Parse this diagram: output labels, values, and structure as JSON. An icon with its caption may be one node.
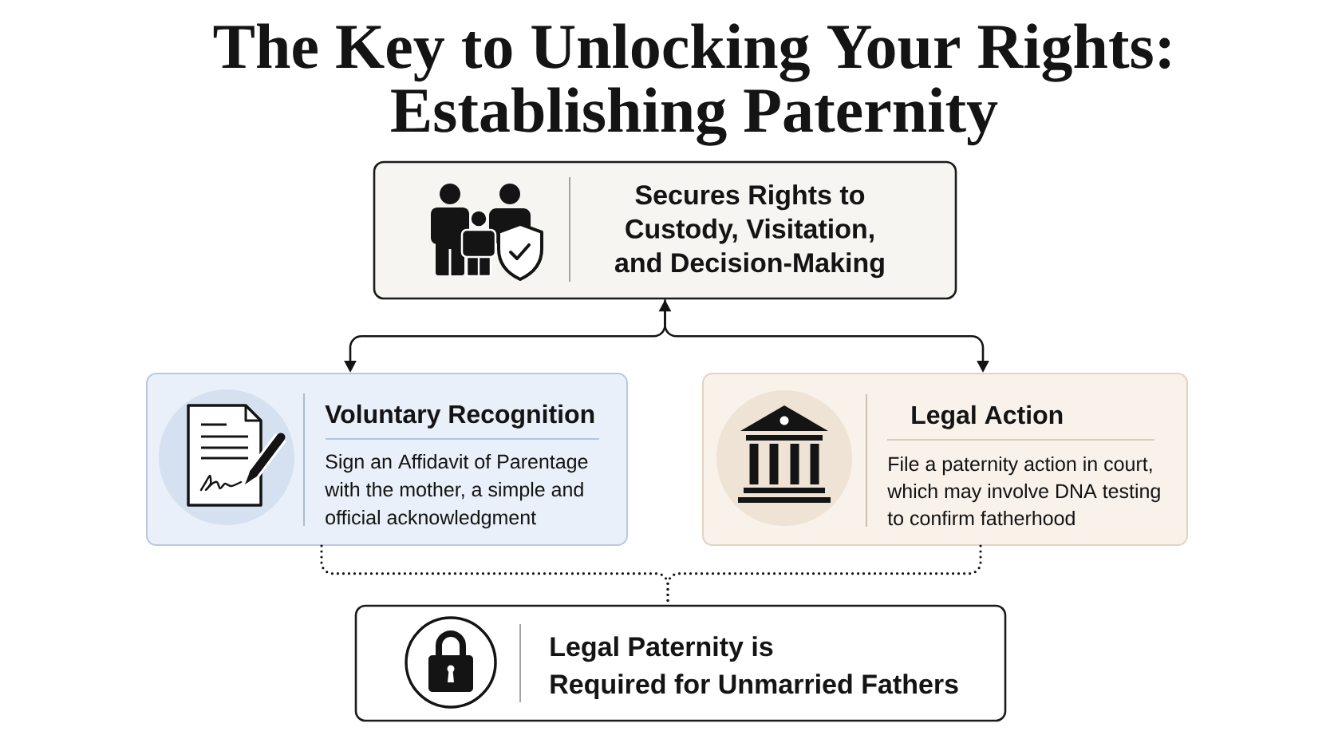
{
  "diagram": {
    "title": "The Key to Unlocking Your Rights: Establishing Paternity",
    "nodes": [
      {
        "text": [
          "Secures Rights to Custody, Visitation, and Decision-Making"
        ]
      },
      {
        "text": [
          "Voluntary Recognition",
          "Sign an Affidavit of Parentage with the mother, a simple and official acknowledgment"
        ]
      },
      {
        "text": [
          "Legal Action",
          "File a paternity action in court, which may involve DNA testing to confirm fatherhood"
        ]
      },
      {
        "text": [
          "Legal Paternity is Required for Unmarried Fathers"
        ]
      }
    ],
    "edges": [
      {
        "from": 1,
        "to": 0,
        "arrow": "both"
      },
      {
        "from": 0,
        "to": 2,
        "arrow": "to"
      },
      {
        "from": 1,
        "to": 3,
        "arrow": "none",
        "style": "dashed"
      },
      {
        "from": 2,
        "to": 3,
        "arrow": "none",
        "style": "dashed"
      }
    ]
  }
}
